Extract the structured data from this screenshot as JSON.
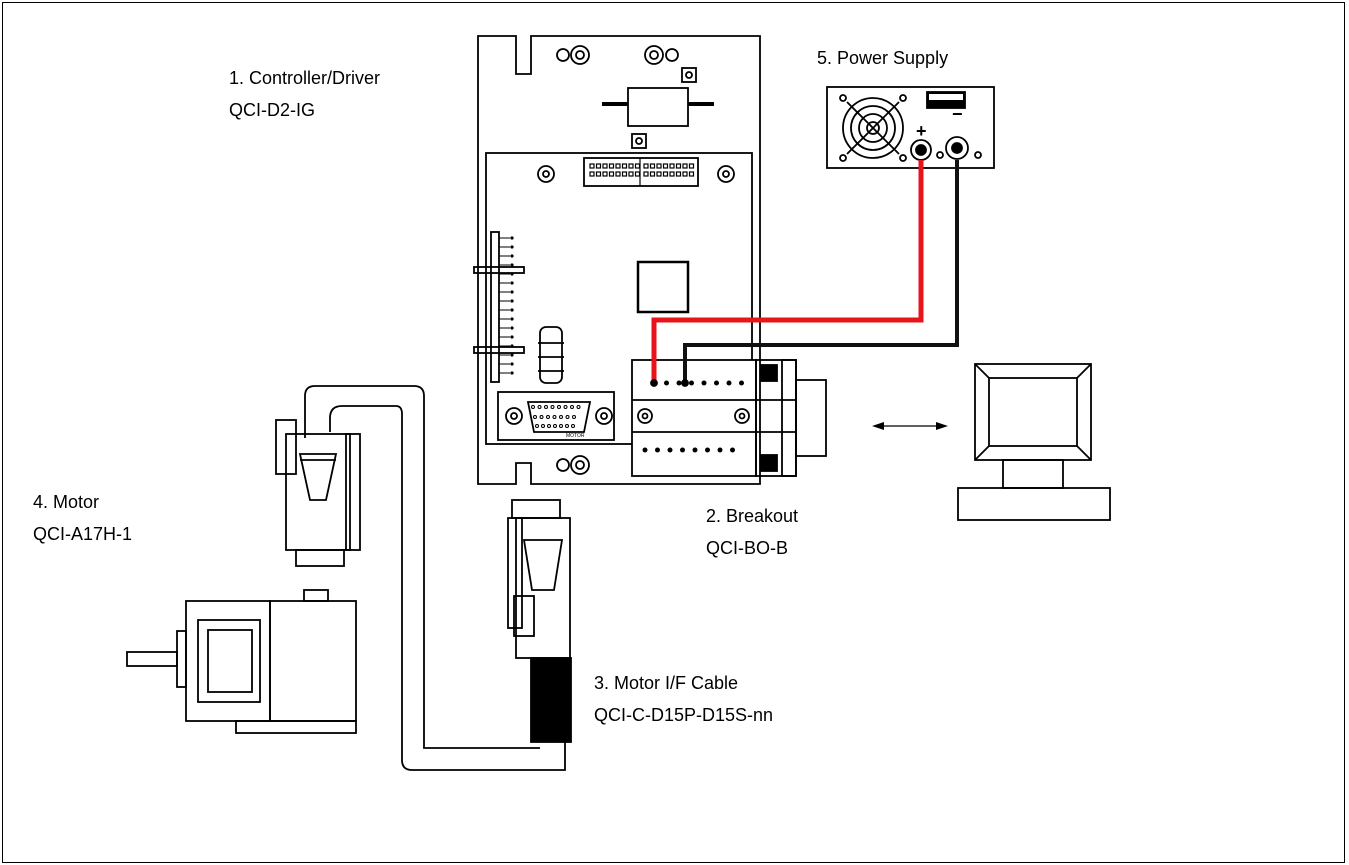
{
  "components": {
    "controller": {
      "title": "1.  Controller/Driver",
      "part": "QCI-D2-IG"
    },
    "breakout": {
      "title": "2.  Breakout",
      "part": "QCI-BO-B"
    },
    "cable": {
      "title": "3.  Motor I/F Cable",
      "part": "QCI-C-D15P-D15S-nn"
    },
    "motor": {
      "title": "4.  Motor",
      "part": "QCI-A17H-1"
    },
    "power": {
      "title": "5.  Power Supply",
      "plus": "+",
      "minus": "−"
    }
  },
  "connector_label": "MOTOR",
  "colors": {
    "positive_wire": "#e8141b",
    "negative_wire": "#111111",
    "line": "#000000"
  }
}
